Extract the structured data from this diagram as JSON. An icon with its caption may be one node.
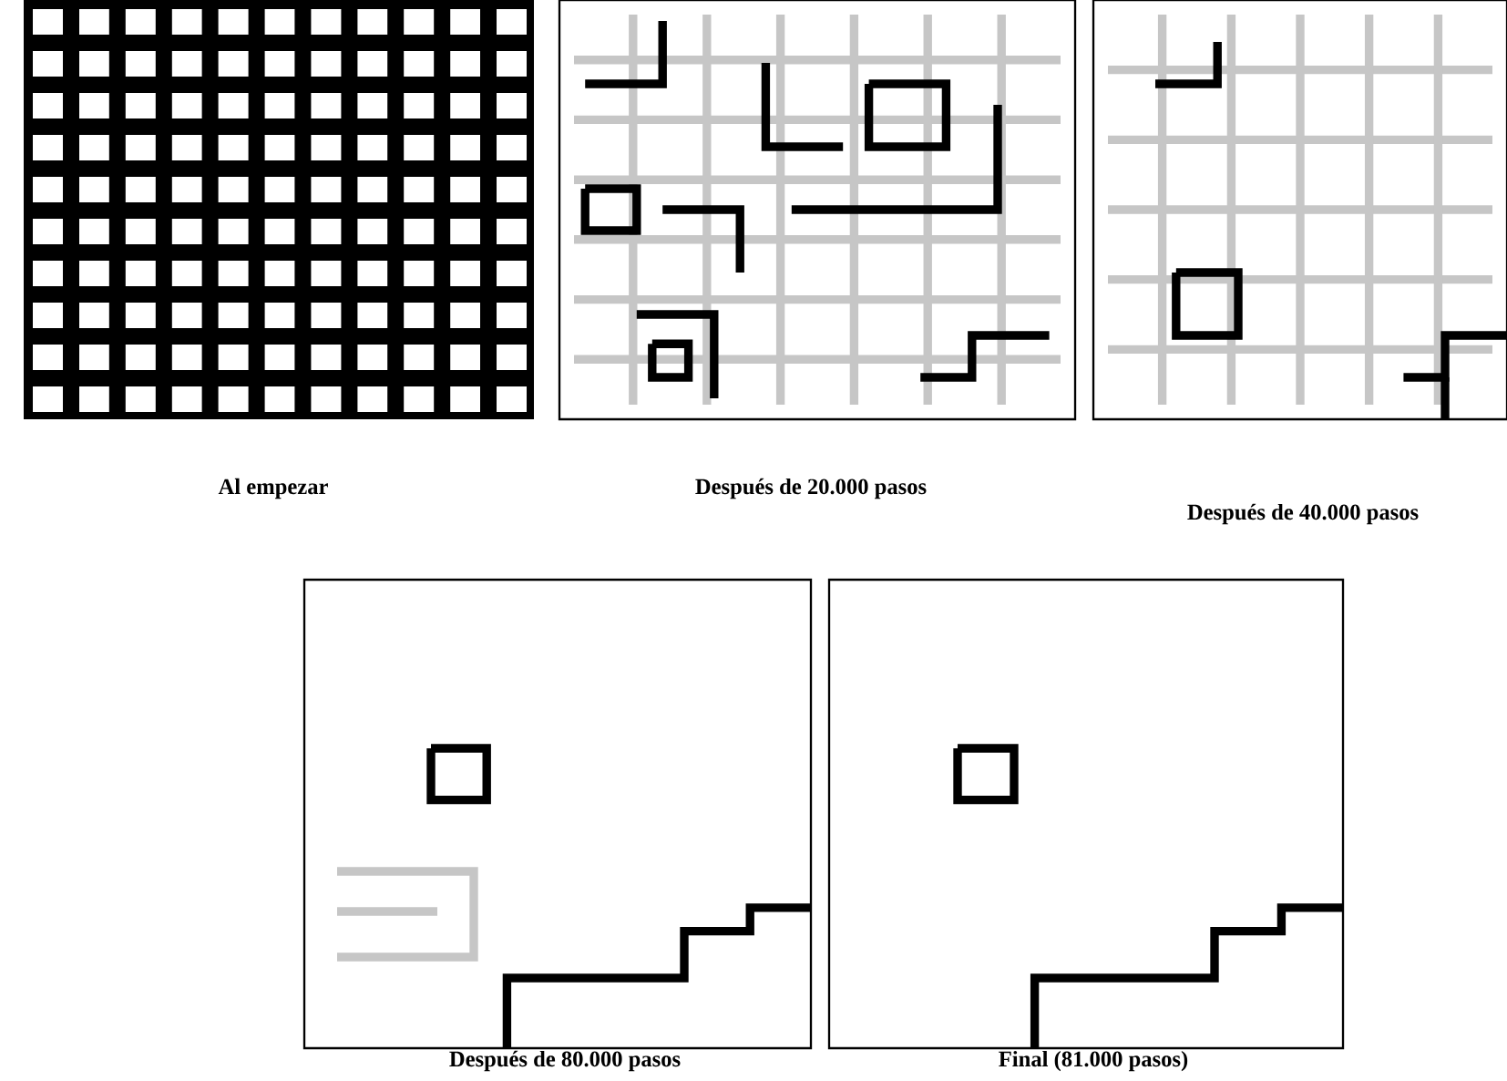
{
  "diagram": {
    "labels": [
      "Al empezar",
      "Después de 20.000 pasos",
      "Después de 40.000 pasos",
      "Después de 80.000 pasos",
      "Final (81.000 pasos)"
    ]
  }
}
